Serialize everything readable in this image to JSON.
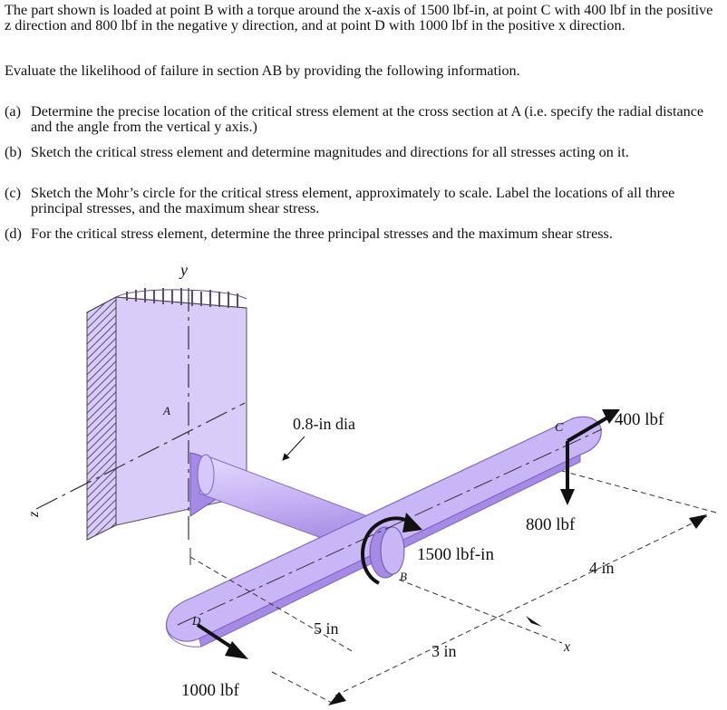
{
  "problem": {
    "statement": "The part shown is loaded at point B with a torque around the x-axis of 1500 lbf-in,  at point C with 400 lbf in the positive z direction and 800 lbf in the negative y direction, and at point D with 1000 lbf in the positive x direction.",
    "instruction": "Evaluate the likelihood of failure in section AB by providing the following information.",
    "items": [
      {
        "label": "(a)",
        "text": "Determine the precise location of the critical stress element at the cross section at A (i.e. specify the radial distance and the angle from the vertical y axis.)"
      },
      {
        "label": "(b)",
        "text": "Sketch the critical stress element and determine magnitudes and directions for all stresses acting on it."
      },
      {
        "label": "(c)",
        "text": "Sketch the Mohr’s circle for the critical stress element, approximately to scale.  Label the locations of all three principal stresses, and the maximum shear stress."
      },
      {
        "label": "(d)",
        "text": "For the critical stress element, determine the three principal stresses and the maximum shear stress."
      }
    ]
  },
  "figure": {
    "axis_y": "y",
    "axis_z": "z",
    "axis_x": "x",
    "point_a": "A",
    "point_b": "B",
    "point_c": "C",
    "point_d": "D",
    "diameter": "0.8-in dia",
    "force_c_z": "400 lbf",
    "force_c_y": "800 lbf",
    "torque_b": "1500 lbf-in",
    "force_d": "1000 lbf",
    "dim_4in": "4 in",
    "dim_5in": "5 in",
    "dim_3in": "3 in"
  },
  "colors": {
    "part_fill": "#c9b6f6",
    "part_dark": "#a58ae6",
    "wall_fill": "#d9ccf8",
    "hatch": "#5a4a80"
  }
}
